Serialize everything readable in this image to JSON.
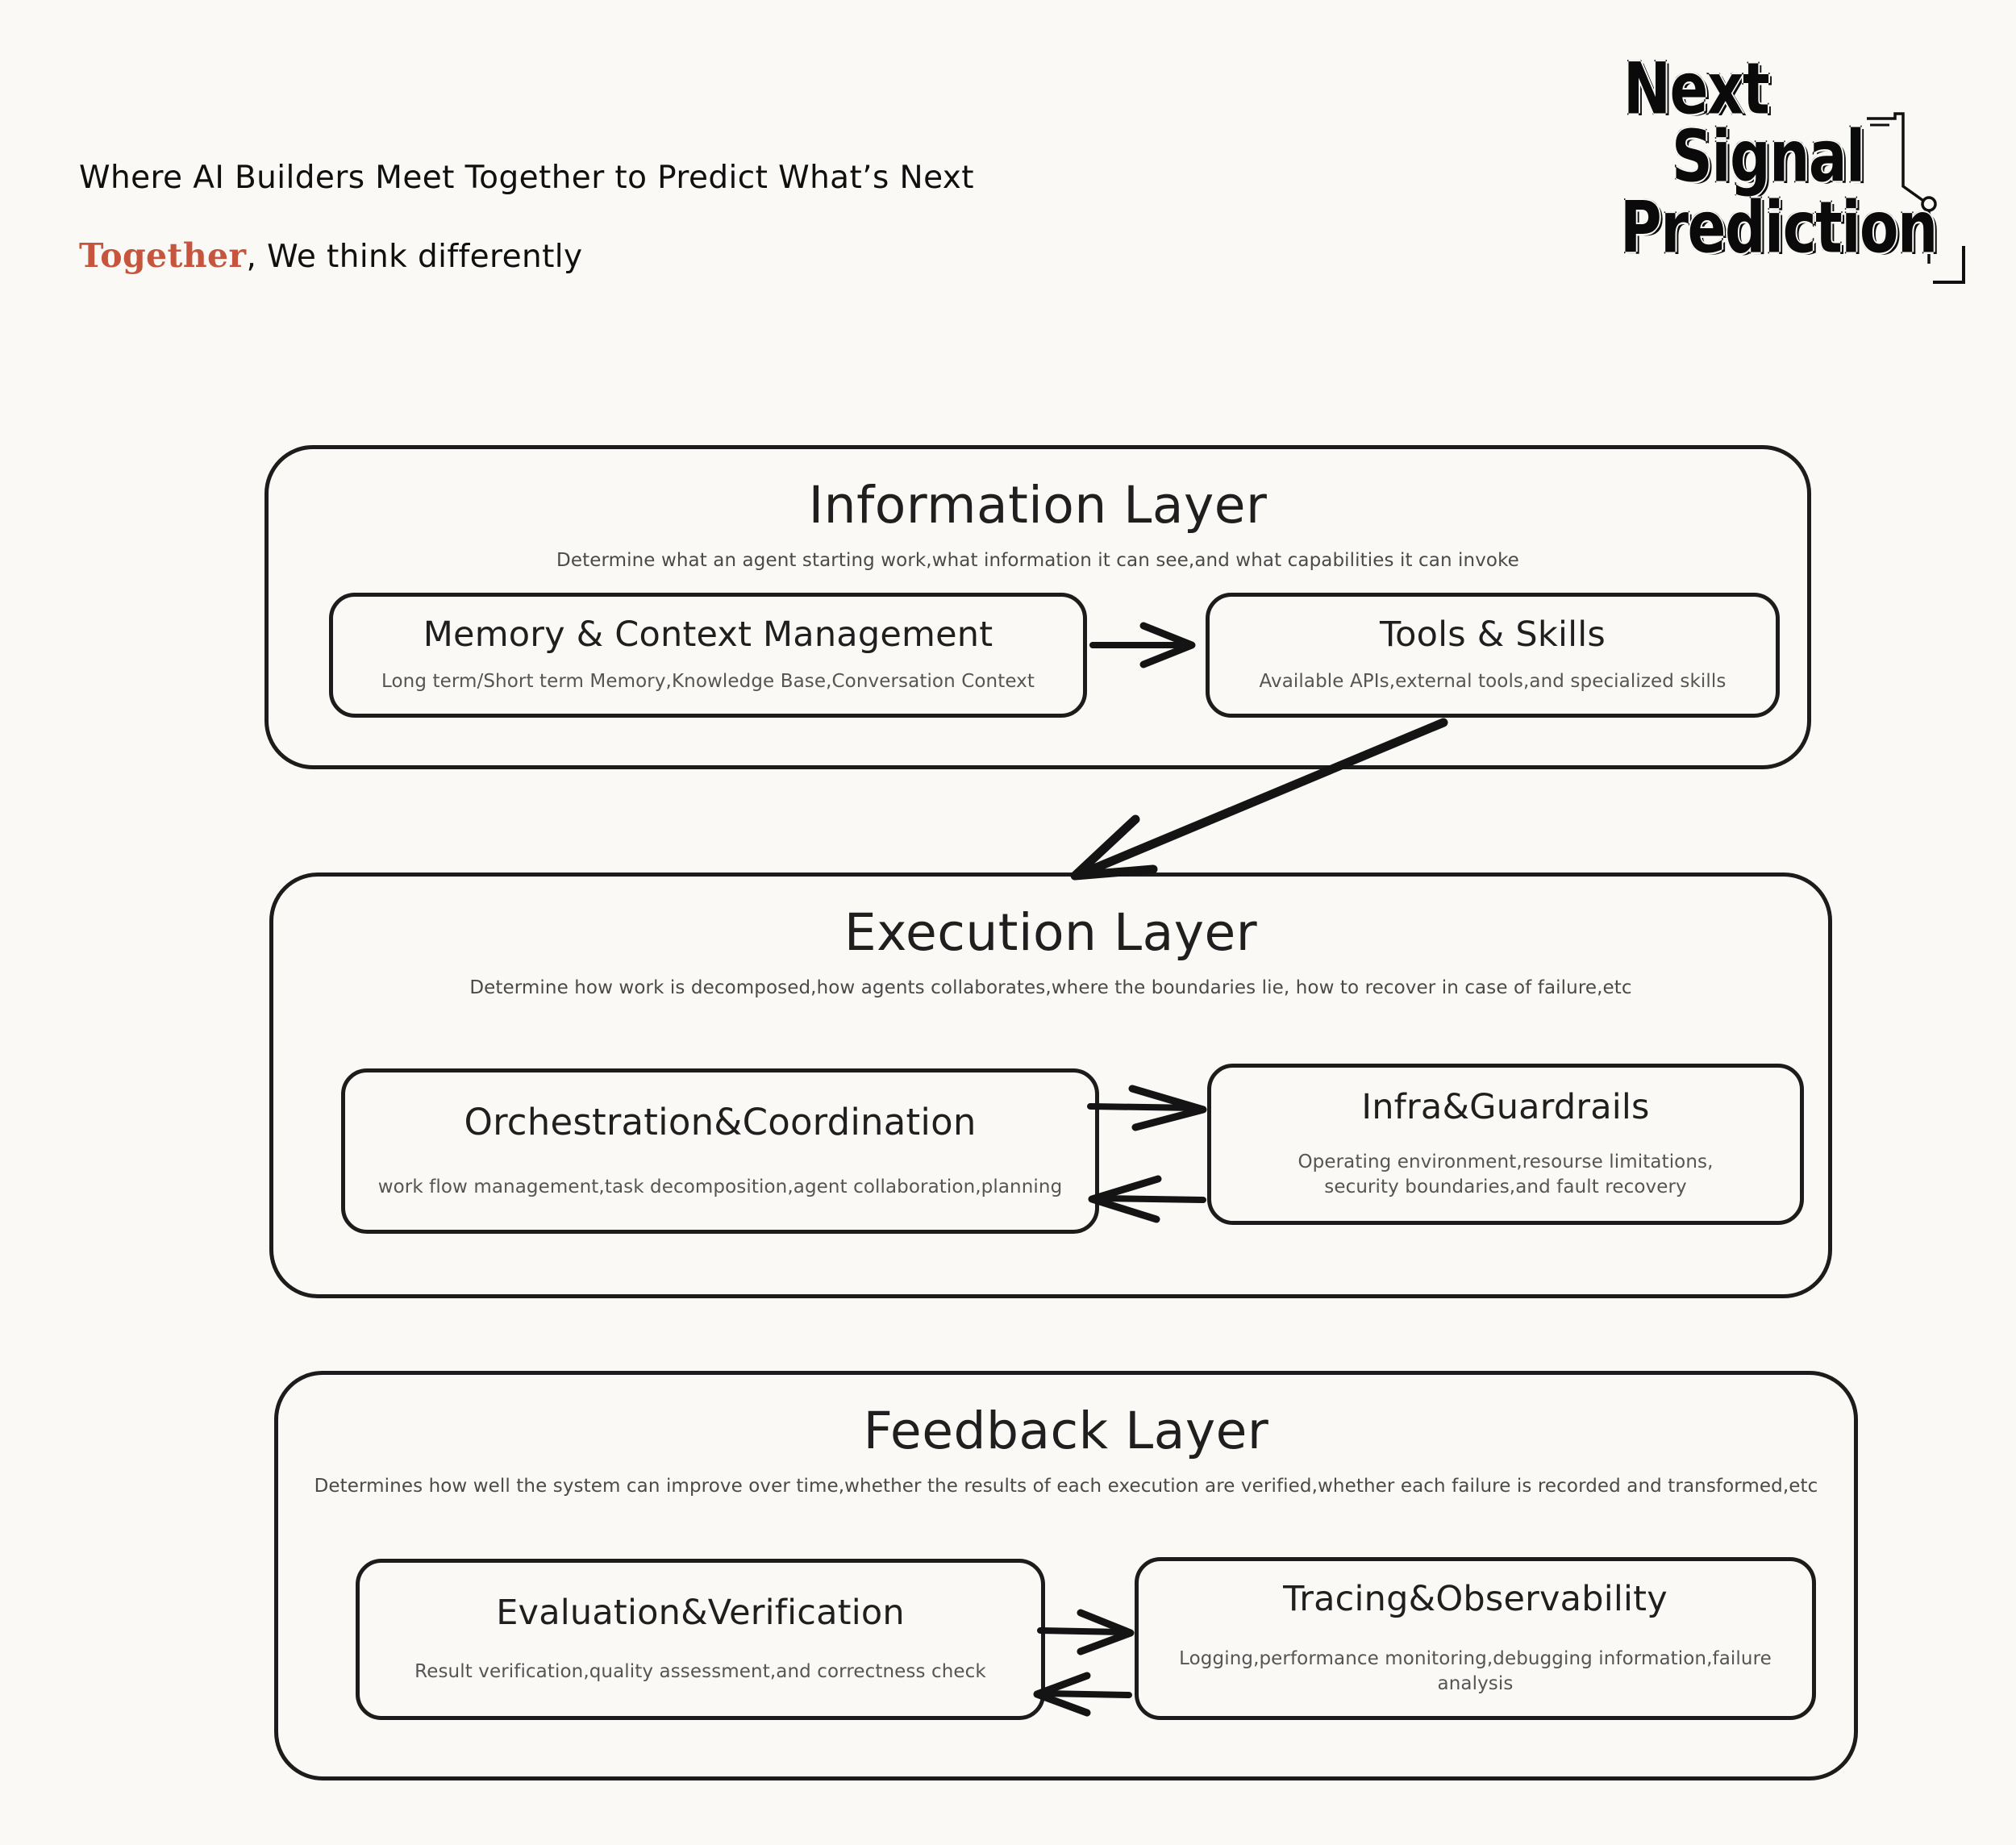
{
  "header": {
    "tagline_primary": "Where AI Builders Meet Together to Predict What’s Next",
    "tagline_accent": "Together",
    "tagline_rest": ", We think differently",
    "accent_color": "#c5553d",
    "background_color": "#faf9f6",
    "stroke_color": "#1c1c1c"
  },
  "logo": {
    "line1": "Next",
    "line2": "Signal",
    "line3": "Prediction",
    "full_name": "Next Signal Prediction"
  },
  "layers": [
    {
      "id": "information",
      "title": "Information Layer",
      "description": "Determine what an agent starting work,what information it can see,and what capabilities it can invoke",
      "cards": [
        {
          "id": "memory",
          "title": "Memory & Context Management",
          "subtitle": "Long term/Short term Memory,Knowledge Base,Conversation Context"
        },
        {
          "id": "tools",
          "title": "Tools & Skills",
          "subtitle": "Available APIs,external tools,and specialized skills"
        }
      ],
      "connector": "single-arrow-right"
    },
    {
      "id": "execution",
      "title": "Execution Layer",
      "description": "Determine how work is decomposed,how agents collaborates,where the boundaries lie, how to recover in case of failure,etc",
      "cards": [
        {
          "id": "orchestration",
          "title": "Orchestration&Coordination",
          "subtitle": "work flow management,task decomposition,agent collaboration,planning"
        },
        {
          "id": "infra",
          "title": "Infra&Guardrails",
          "subtitle": "Operating environment,resourse limitations,\nsecurity boundaries,and fault recovery"
        }
      ],
      "connector": "bidirectional-arrows"
    },
    {
      "id": "feedback",
      "title": "Feedback Layer",
      "description": "Determines how well  the system can improve over time,whether the results of each execution are verified,whether each failure is recorded and transformed,etc",
      "cards": [
        {
          "id": "evaluation",
          "title": "Evaluation&Verification",
          "subtitle": "Result verification,quality assessment,and correctness check"
        },
        {
          "id": "tracing",
          "title": "Tracing&Observability",
          "subtitle": "Logging,performance monitoring,debugging information,failure analysis"
        }
      ],
      "connector": "bidirectional-arrows"
    }
  ],
  "cross_layer_arrow": {
    "from": "information-layer",
    "to": "execution-layer",
    "direction": "down-left-diagonal"
  }
}
